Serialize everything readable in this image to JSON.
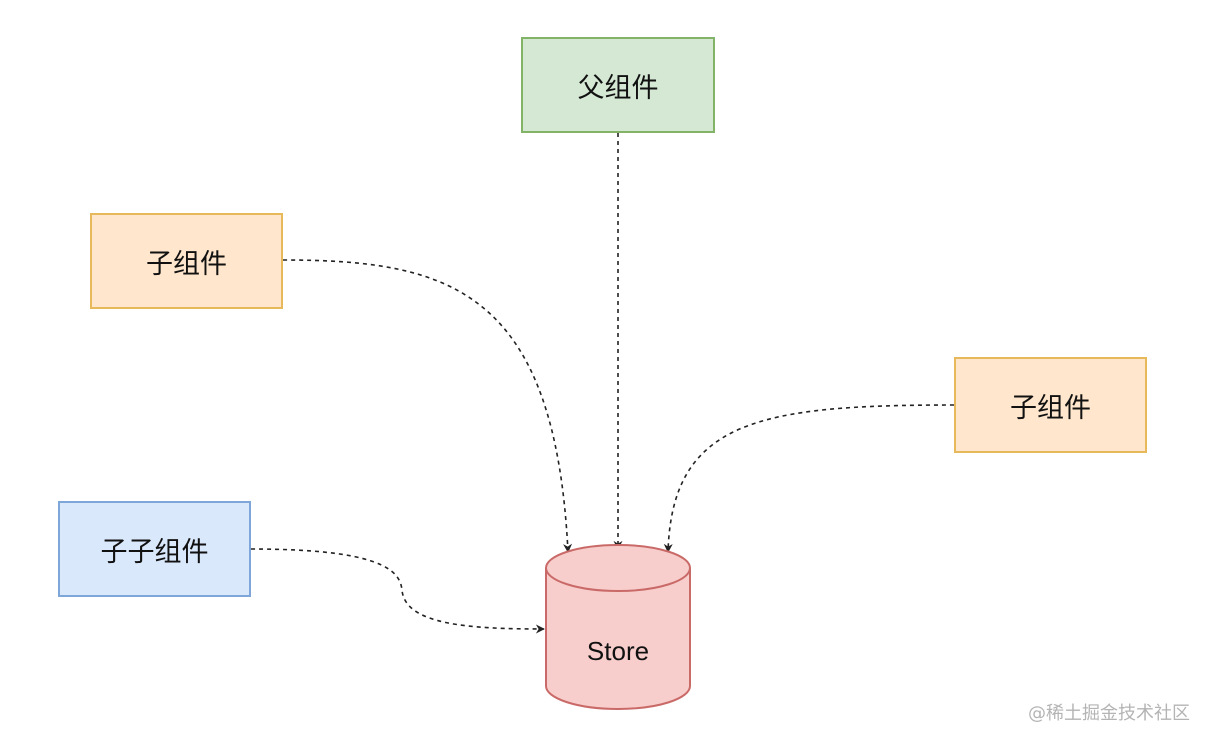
{
  "nodes": {
    "parent": {
      "label": "父组件"
    },
    "child_left": {
      "label": "子组件"
    },
    "child_right": {
      "label": "子组件"
    },
    "grandchild": {
      "label": "子子组件"
    },
    "store": {
      "label": "Store"
    }
  },
  "edges": [
    {
      "from": "parent",
      "to": "store",
      "style": "dashed"
    },
    {
      "from": "child_left",
      "to": "store",
      "style": "dashed"
    },
    {
      "from": "child_right",
      "to": "store",
      "style": "dashed"
    },
    {
      "from": "grandchild",
      "to": "store",
      "style": "dashed"
    }
  ],
  "watermark": "@稀土掘金技术社区",
  "colors": {
    "parent_fill": "#d5e8d4",
    "parent_border": "#82b366",
    "child_fill": "#ffe6cc",
    "child_border": "#e8b95a",
    "grandchild_fill": "#dae8fc",
    "grandchild_border": "#7ea6d8",
    "store_fill": "#f8cecc",
    "store_border": "#c96a68",
    "edge": "#222222"
  }
}
